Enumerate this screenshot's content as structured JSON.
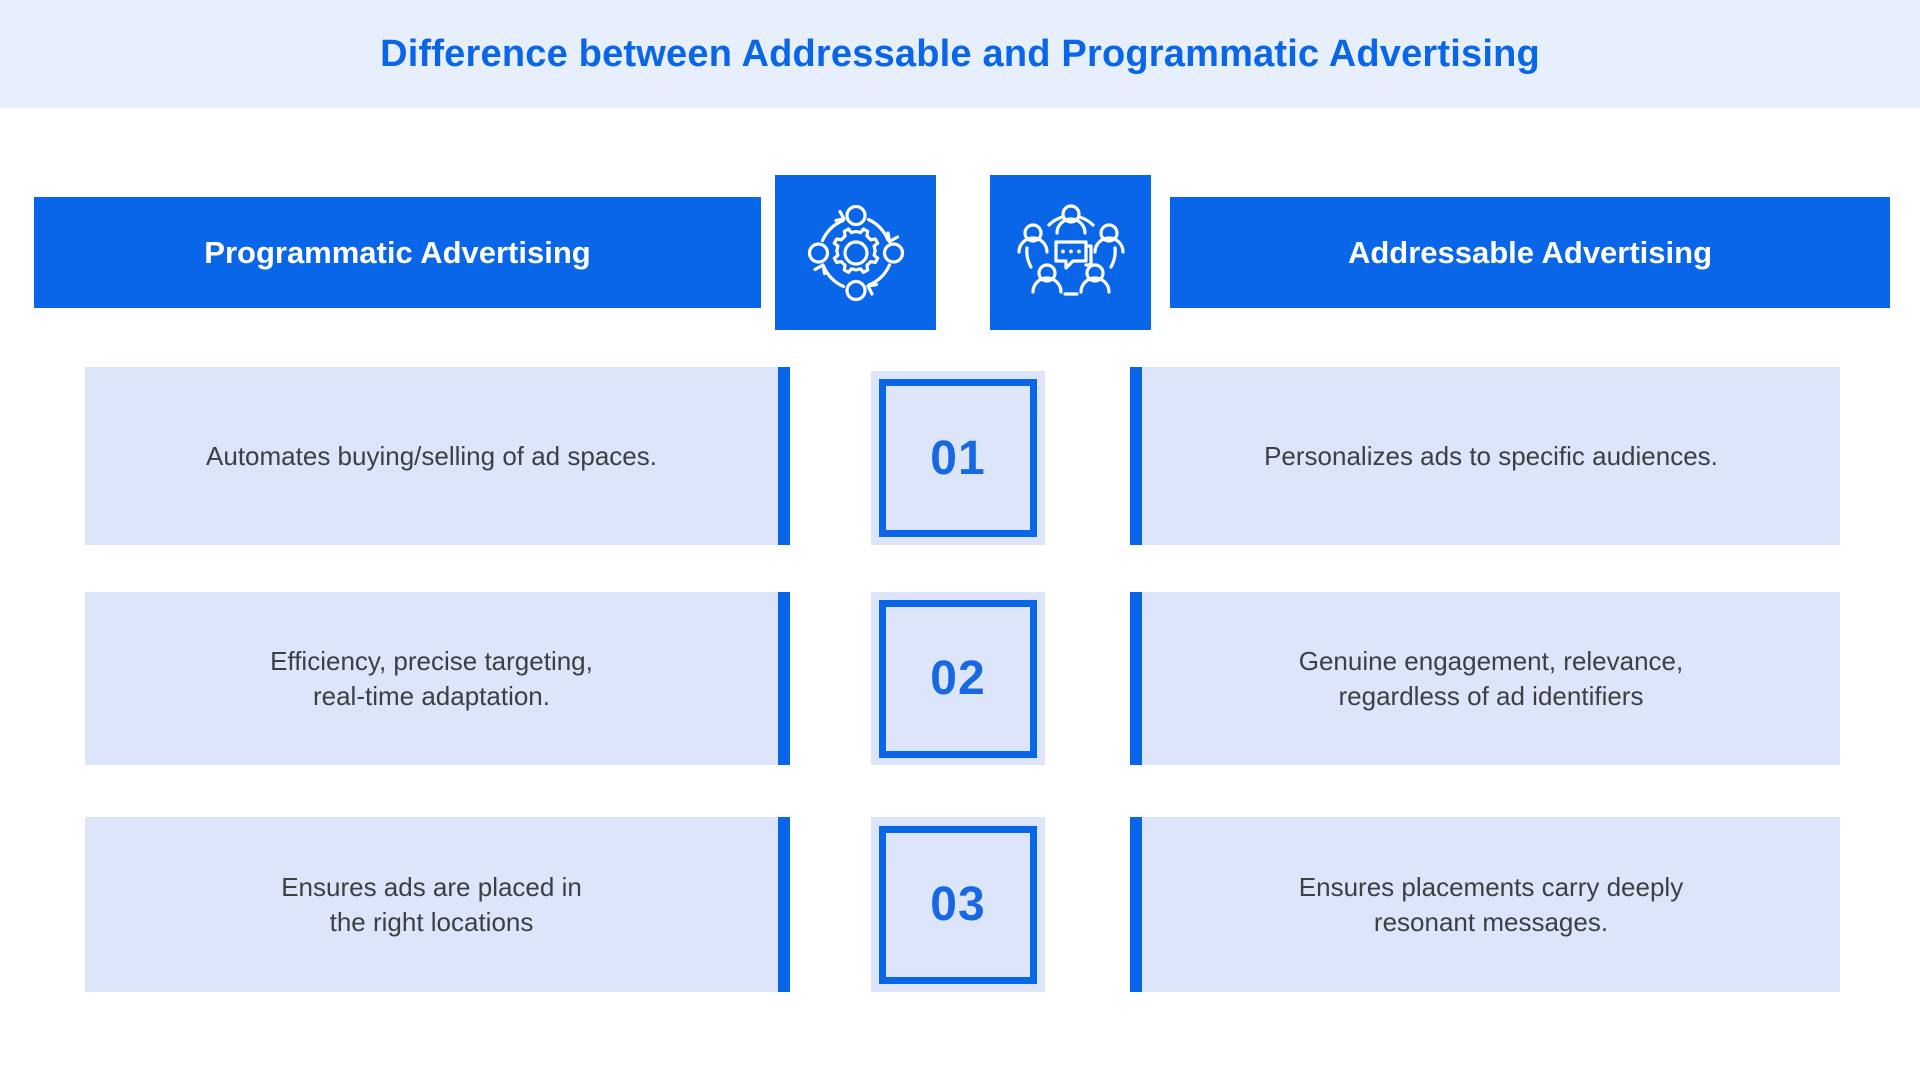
{
  "header": {
    "title": "Difference between Addressable and Programmatic Advertising",
    "band_color": "#e7eefc",
    "title_color": "#0a66e8"
  },
  "theme": {
    "brand_blue": "#0a66e8",
    "panel_fill": "#dde5fb",
    "body_text": "#3c4043",
    "page_background": "#ffffff"
  },
  "columns": {
    "left": {
      "label": "Programmatic Advertising",
      "icon": "gear-automation-cycle-icon"
    },
    "right": {
      "label": "Addressable Advertising",
      "icon": "audience-network-chat-icon"
    }
  },
  "rows": [
    {
      "number": "01",
      "left_text": "Automates buying/selling of ad spaces.",
      "right_text": "Personalizes ads to specific audiences."
    },
    {
      "number": "02",
      "left_text": "Efficiency, precise targeting,\nreal-time adaptation.",
      "right_text": "Genuine engagement, relevance,\nregardless of ad identifiers"
    },
    {
      "number": "03",
      "left_text": "Ensures ads are placed in\nthe right locations",
      "right_text": "Ensures placements carry deeply\nresonant messages."
    }
  ]
}
